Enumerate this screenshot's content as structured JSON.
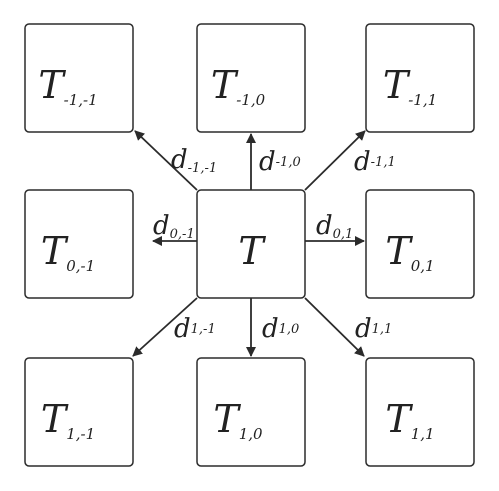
{
  "center": {
    "symbol": "T"
  },
  "tiles": [
    {
      "id": "tl",
      "symbol": "T",
      "sub": "-1,-1"
    },
    {
      "id": "tc",
      "symbol": "T",
      "sub": "-1,0"
    },
    {
      "id": "tr",
      "symbol": "T",
      "sub": "-1,1"
    },
    {
      "id": "ml",
      "symbol": "T",
      "sub": "0,-1"
    },
    {
      "id": "mr",
      "symbol": "T",
      "sub": "0,1"
    },
    {
      "id": "bl",
      "symbol": "T",
      "sub": "1,-1"
    },
    {
      "id": "bc",
      "symbol": "T",
      "sub": "1,0"
    },
    {
      "id": "br",
      "symbol": "T",
      "sub": "1,1"
    }
  ],
  "arrows": [
    {
      "id": "tl",
      "symbol": "d",
      "sub": "-1,-1"
    },
    {
      "id": "tc",
      "symbol": "d",
      "sub": "-1,0"
    },
    {
      "id": "tr",
      "symbol": "d",
      "sub": "-1,1"
    },
    {
      "id": "ml",
      "symbol": "d",
      "sub": "0,-1"
    },
    {
      "id": "mr",
      "symbol": "d",
      "sub": "0,1"
    },
    {
      "id": "bl",
      "symbol": "d",
      "sub": "1,-1"
    },
    {
      "id": "bc",
      "symbol": "d",
      "sub": "1,0"
    },
    {
      "id": "br",
      "symbol": "d",
      "sub": "1,1"
    }
  ]
}
